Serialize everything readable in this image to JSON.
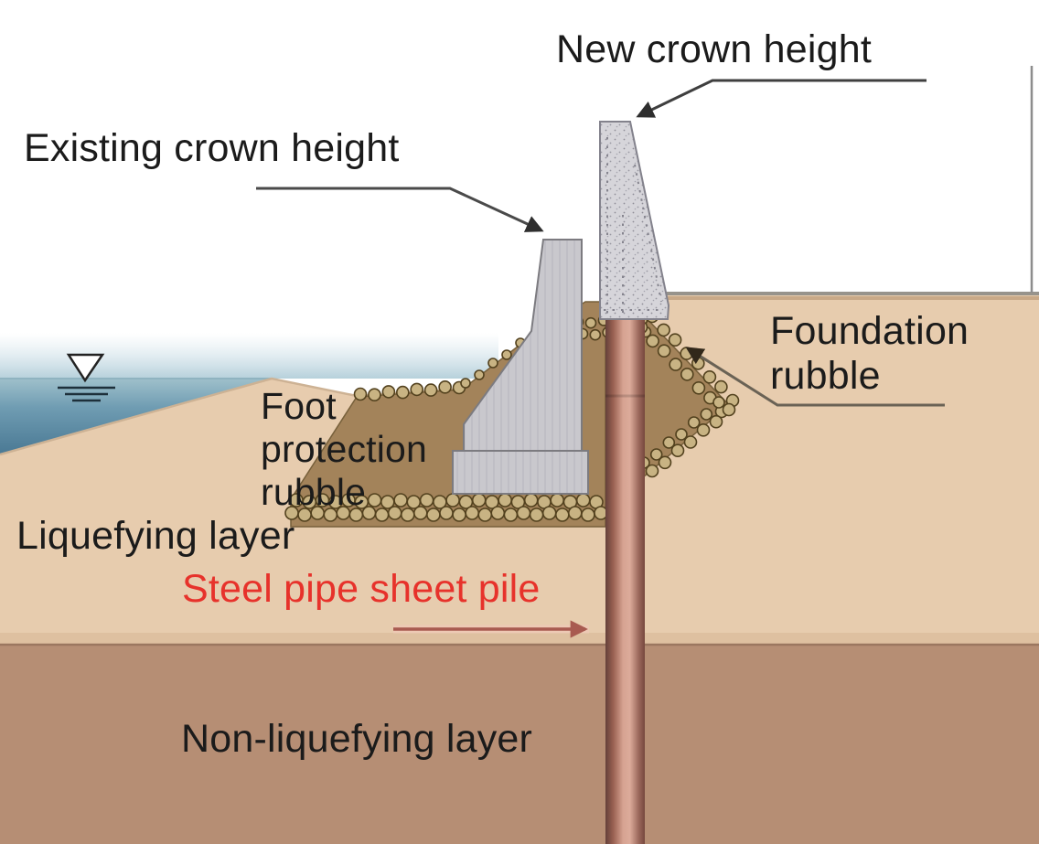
{
  "diagram": {
    "type": "coastal-seawall-retrofit-cross-section",
    "labels": {
      "new_crown_height": "New crown height",
      "existing_crown_height": "Existing crown height",
      "foundation_rubble": [
        "Foundation",
        "rubble"
      ],
      "foot_protection_rubble": [
        "Foot",
        "protection",
        "rubble"
      ],
      "liquefying_layer": "Liquefying layer",
      "steel_pipe_sheet_pile": "Steel pipe sheet pile",
      "non_liquefying_layer": "Non-liquefying layer"
    },
    "symbols": {
      "water_level": "inverted-triangle-water-level-mark"
    },
    "colors": {
      "sea": "#4d7e9d",
      "sea_surface": "#9fc0cb",
      "liquefying_layer": "#e7ccae",
      "non_liquefying_layer": "#b68e74",
      "rubble_mound": "#a3835a",
      "stone_fill": "#c8b383",
      "stone_outline": "#52411e",
      "existing_wall": "#c9c8cd",
      "new_parapet": "#d6d5da",
      "steel_pile": "#d7a392",
      "accent_red": "#e7322b",
      "leader_line": "#4a4a4a"
    }
  }
}
